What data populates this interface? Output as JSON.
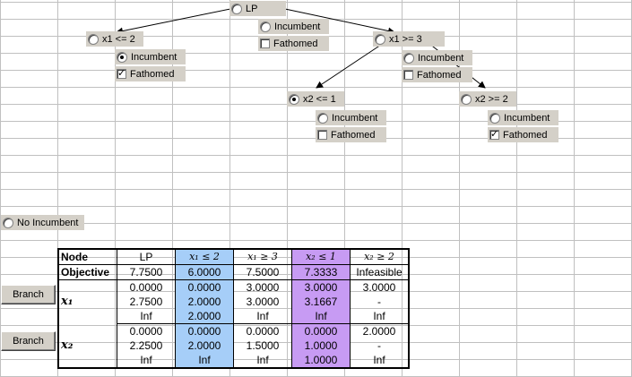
{
  "tree": {
    "lp_label": "LP",
    "incumbent_label": "Incumbent",
    "fathomed_label": "Fathomed",
    "nodes": {
      "x1_le_2": "x1 <= 2",
      "x1_ge_3": "x1 >= 3",
      "x2_le_1": "x2 <= 1",
      "x2_ge_2": "x2 >= 2"
    },
    "no_incumbent_label": "No Incumbent"
  },
  "buttons": {
    "branch_x1": "Branch",
    "branch_x2": "Branch"
  },
  "table": {
    "node_label": "Node",
    "objective_label": "Objective",
    "var1": "x₁",
    "var2": "x₂",
    "headers": [
      "LP",
      "x₁ ≤ 2",
      "x₁ ≥ 3",
      "x₂ ≤ 1",
      "x₂ ≥ 2"
    ],
    "objective": [
      "7.7500",
      "6.0000",
      "7.5000",
      "7.3333",
      "Infeasible"
    ],
    "x1_rows": [
      [
        "0.0000",
        "0.0000",
        "3.0000",
        "3.0000",
        "3.0000"
      ],
      [
        "2.7500",
        "2.0000",
        "3.0000",
        "3.1667",
        "-"
      ],
      [
        "Inf",
        "2.0000",
        "Inf",
        "Inf",
        "Inf"
      ]
    ],
    "x2_rows": [
      [
        "0.0000",
        "0.0000",
        "0.0000",
        "0.0000",
        "2.0000"
      ],
      [
        "2.2500",
        "2.0000",
        "1.5000",
        "1.0000",
        "-"
      ],
      [
        "Inf",
        "Inf",
        "Inf",
        "1.0000",
        "Inf"
      ]
    ]
  },
  "colors": {
    "highlight_blue": "#a6cef8",
    "highlight_purple": "#c79bf3",
    "control_gray": "#d4d0c8"
  }
}
